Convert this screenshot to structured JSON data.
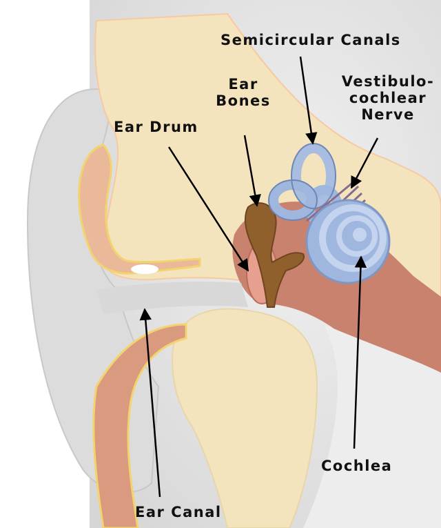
{
  "labels": {
    "semicircular_canals": "Semicircular Canals",
    "ear_bones": [
      "Ear",
      "Bones"
    ],
    "vestibulocochlear_nerve": [
      "Vestibulo-",
      "cochlear",
      "Nerve"
    ],
    "ear_drum": "Ear Drum",
    "ear_canal": "Ear Canal",
    "cochlea": "Cochlea"
  },
  "colors": {
    "background": "#e3e3e3",
    "outer_ear": "#dcdcdc",
    "bone": "#f4e4bd",
    "tissue": "#c9826e",
    "canal_blue": "#9fb7de",
    "ossicles": "#8f5f2c",
    "arrow": "#000000"
  }
}
